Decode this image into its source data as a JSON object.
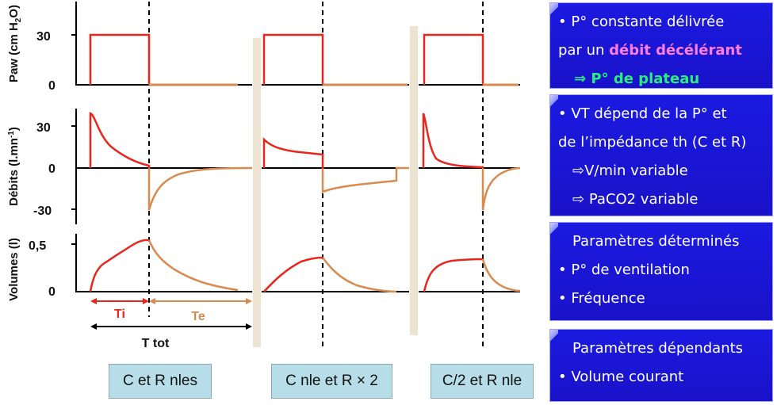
{
  "axes": {
    "paw_label": "Paw (cm H",
    "paw_sub": "2",
    "paw_end": "O)",
    "debits_label": "Débits (l.mn",
    "debits_sup": "-1",
    "debits_end": ")",
    "volumes_label": "Volumes (l)",
    "paw_ticks": [
      "30",
      "0"
    ],
    "debits_ticks": [
      "30",
      "0",
      "-30"
    ],
    "volumes_ticks": [
      "0,5",
      "0"
    ]
  },
  "timing": {
    "ti": "Ti",
    "te": "Te",
    "ttot": "T tot"
  },
  "cases": [
    "C et R nles",
    "C nle et R × 2",
    "C/2 et R nle"
  ],
  "boxes": {
    "b1": {
      "l1": "P° constante délivrée",
      "l2a": "par un ",
      "l2b": "débit décélérant",
      "l3": "P° de plateau"
    },
    "b2": {
      "l1": "VT dépend de la P° et",
      "l2": "de l’impédance th (C et R)",
      "l3": "V/min variable",
      "l4": "PaCO2 variable"
    },
    "b3": {
      "l1": "Paramètres déterminés",
      "l2": "P° de ventilation",
      "l3": "Fréquence"
    },
    "b4": {
      "l1": "Paramètres dépendants",
      "l2": "Volume courant"
    }
  },
  "colors": {
    "insp": "#e8261d",
    "exp": "#d98a4e",
    "box_bg": "#1a16d6",
    "label_bg": "#b7dde8"
  }
}
